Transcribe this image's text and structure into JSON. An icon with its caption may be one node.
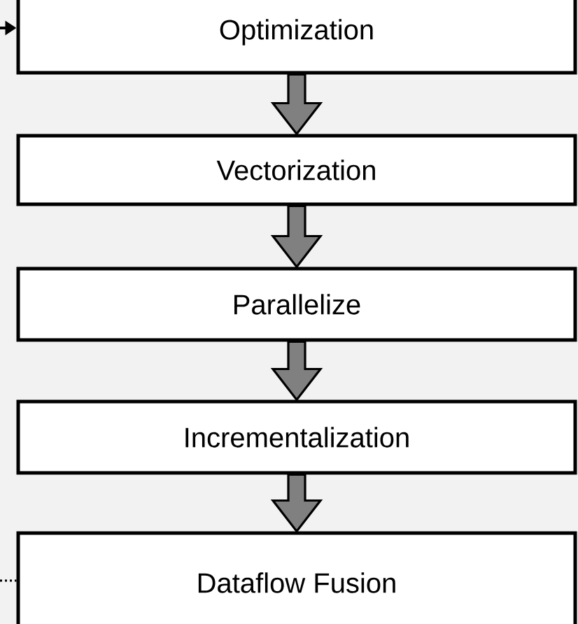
{
  "diagram": {
    "nodes": [
      {
        "text": [
          "Optimization"
        ]
      },
      {
        "text": [
          "Vectorization"
        ]
      },
      {
        "text": [
          "Parallelize"
        ]
      },
      {
        "text": [
          "Incrementalization"
        ]
      },
      {
        "text": [
          "Dataflow Fusion"
        ]
      }
    ],
    "edges": [
      {
        "from": null,
        "to": 0,
        "arrow": "to"
      },
      {
        "from": 0,
        "to": 1,
        "arrow": "to",
        "style": "thick",
        "color": "#808080"
      },
      {
        "from": 1,
        "to": 2,
        "arrow": "to",
        "style": "thick",
        "color": "#808080"
      },
      {
        "from": 2,
        "to": 3,
        "arrow": "to",
        "style": "thick",
        "color": "#808080"
      },
      {
        "from": 3,
        "to": 4,
        "arrow": "to",
        "style": "thick",
        "color": "#808080"
      },
      {
        "from": null,
        "to": 4,
        "arrow": "none",
        "style": "dashed"
      }
    ]
  }
}
